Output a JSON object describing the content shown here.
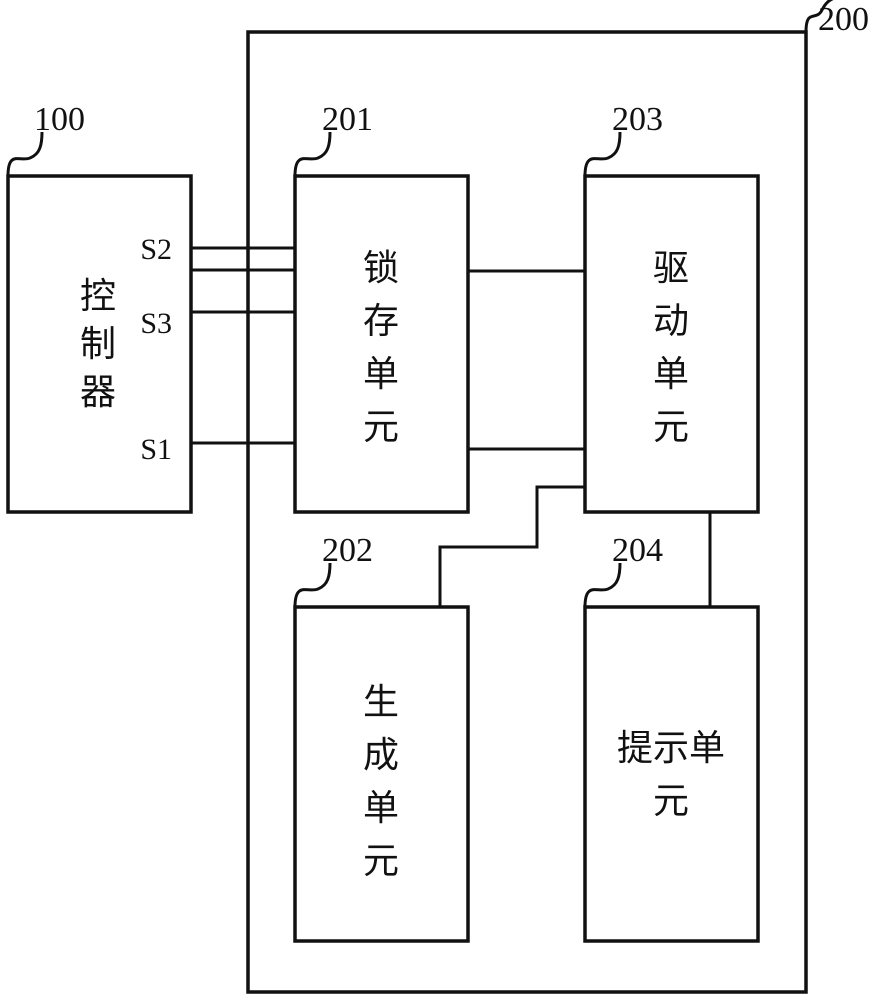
{
  "blocks": {
    "controller": {
      "ref": "100",
      "label": [
        "控",
        "制",
        "器"
      ],
      "signals": [
        "S2",
        "S3",
        "S1"
      ]
    },
    "device": {
      "ref": "200"
    },
    "latch": {
      "ref": "201",
      "label": [
        "锁",
        "存",
        "单",
        "元"
      ]
    },
    "generate": {
      "ref": "202",
      "label": [
        "生",
        "成",
        "单",
        "元"
      ]
    },
    "drive": {
      "ref": "203",
      "label": [
        "驱",
        "动",
        "单",
        "元"
      ]
    },
    "prompt": {
      "ref": "204",
      "label": [
        "提示单",
        "元"
      ]
    }
  }
}
